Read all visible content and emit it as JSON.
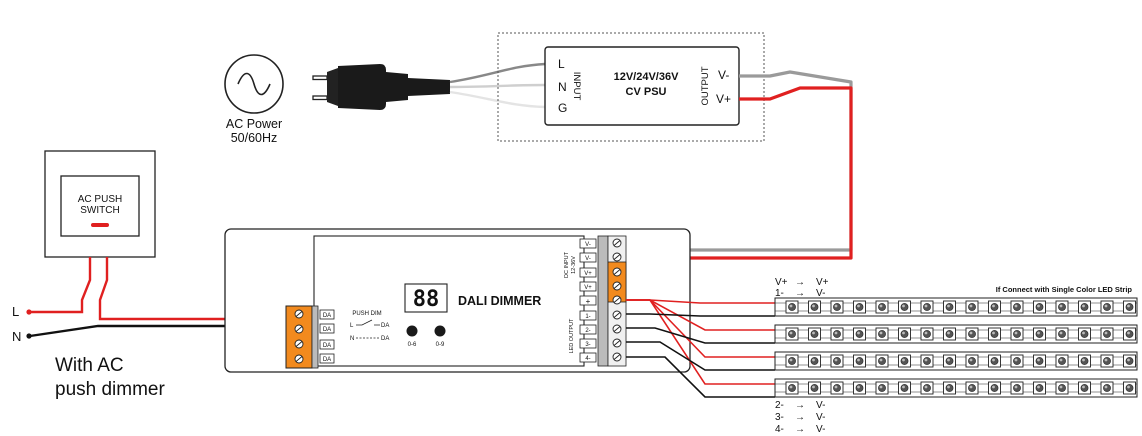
{
  "ac_power": {
    "label_line1": "AC Power",
    "label_line2": "50/60Hz",
    "icon": "sine-wave-icon"
  },
  "psu": {
    "input_label": "INPUT",
    "output_label": "OUTPUT",
    "terminals_in": [
      "L",
      "N",
      "G"
    ],
    "terminals_out": [
      "V-",
      "V+"
    ],
    "title_line1": "12V/24V/36V",
    "title_line2": "CV PSU"
  },
  "push_switch": {
    "line1": "AC PUSH",
    "line2": "SWITCH"
  },
  "mains": {
    "l": "L",
    "n": "N",
    "caption_line1": "With AC",
    "caption_line2": "push dimmer"
  },
  "dimmer": {
    "title": "DALI DIMMER",
    "display": "88",
    "button_labels": [
      "0-6",
      "0-9"
    ],
    "push_dim_label": "PUSH DIM",
    "push_l": "L",
    "push_n": "N",
    "push_da": "DA",
    "da_terminals": [
      "DA",
      "DA",
      "DA",
      "DA"
    ],
    "dc_input_label_line1": "DC INPUT",
    "dc_input_label_line2": "12-36V",
    "dc_terminals": [
      "V-",
      "V-",
      "V+",
      "V+"
    ],
    "plus_symbol": "+",
    "led_output_label": "LED OUTPUT",
    "led_terminals": [
      "1-",
      "2-",
      "3-",
      "4-"
    ]
  },
  "strip": {
    "title": "If Connect with Single Color LED Strip",
    "top_map": [
      [
        "V+",
        "V+"
      ],
      [
        "1-",
        "V-"
      ]
    ],
    "bottom_map": [
      [
        "2-",
        "V-"
      ],
      [
        "3-",
        "V-"
      ],
      [
        "4-",
        "V-"
      ]
    ],
    "arrow": "→",
    "led_count": 16,
    "strip_count": 4
  },
  "colors": {
    "red": "#e02020",
    "black": "#111111",
    "gray": "#9a9a9a",
    "orange": "#f28a1e",
    "led_green": "#3a9a3a"
  }
}
